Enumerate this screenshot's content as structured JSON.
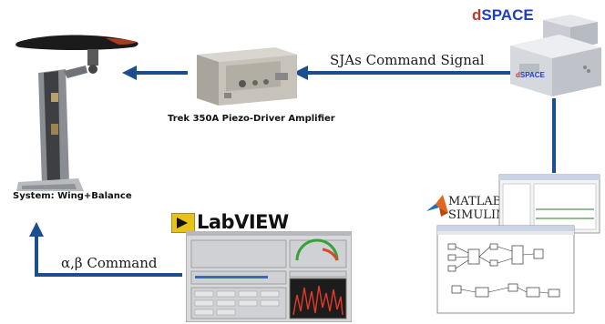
{
  "diagram": {
    "brand_dspace_d": "d",
    "brand_dspace_rest": "SPACE",
    "amplifier_label": "Trek 350A Piezo-Driver Amplifier",
    "system_label": "System: Wing+Balance",
    "command_signal_label": "SJAs Command Signal",
    "alpha_beta_label": "α,β Command",
    "labview_label": "LabVIEW",
    "matlab_label": "MATLAB",
    "simulink_label": "SIMULINK",
    "arrow_color": "#1a4f8c"
  }
}
